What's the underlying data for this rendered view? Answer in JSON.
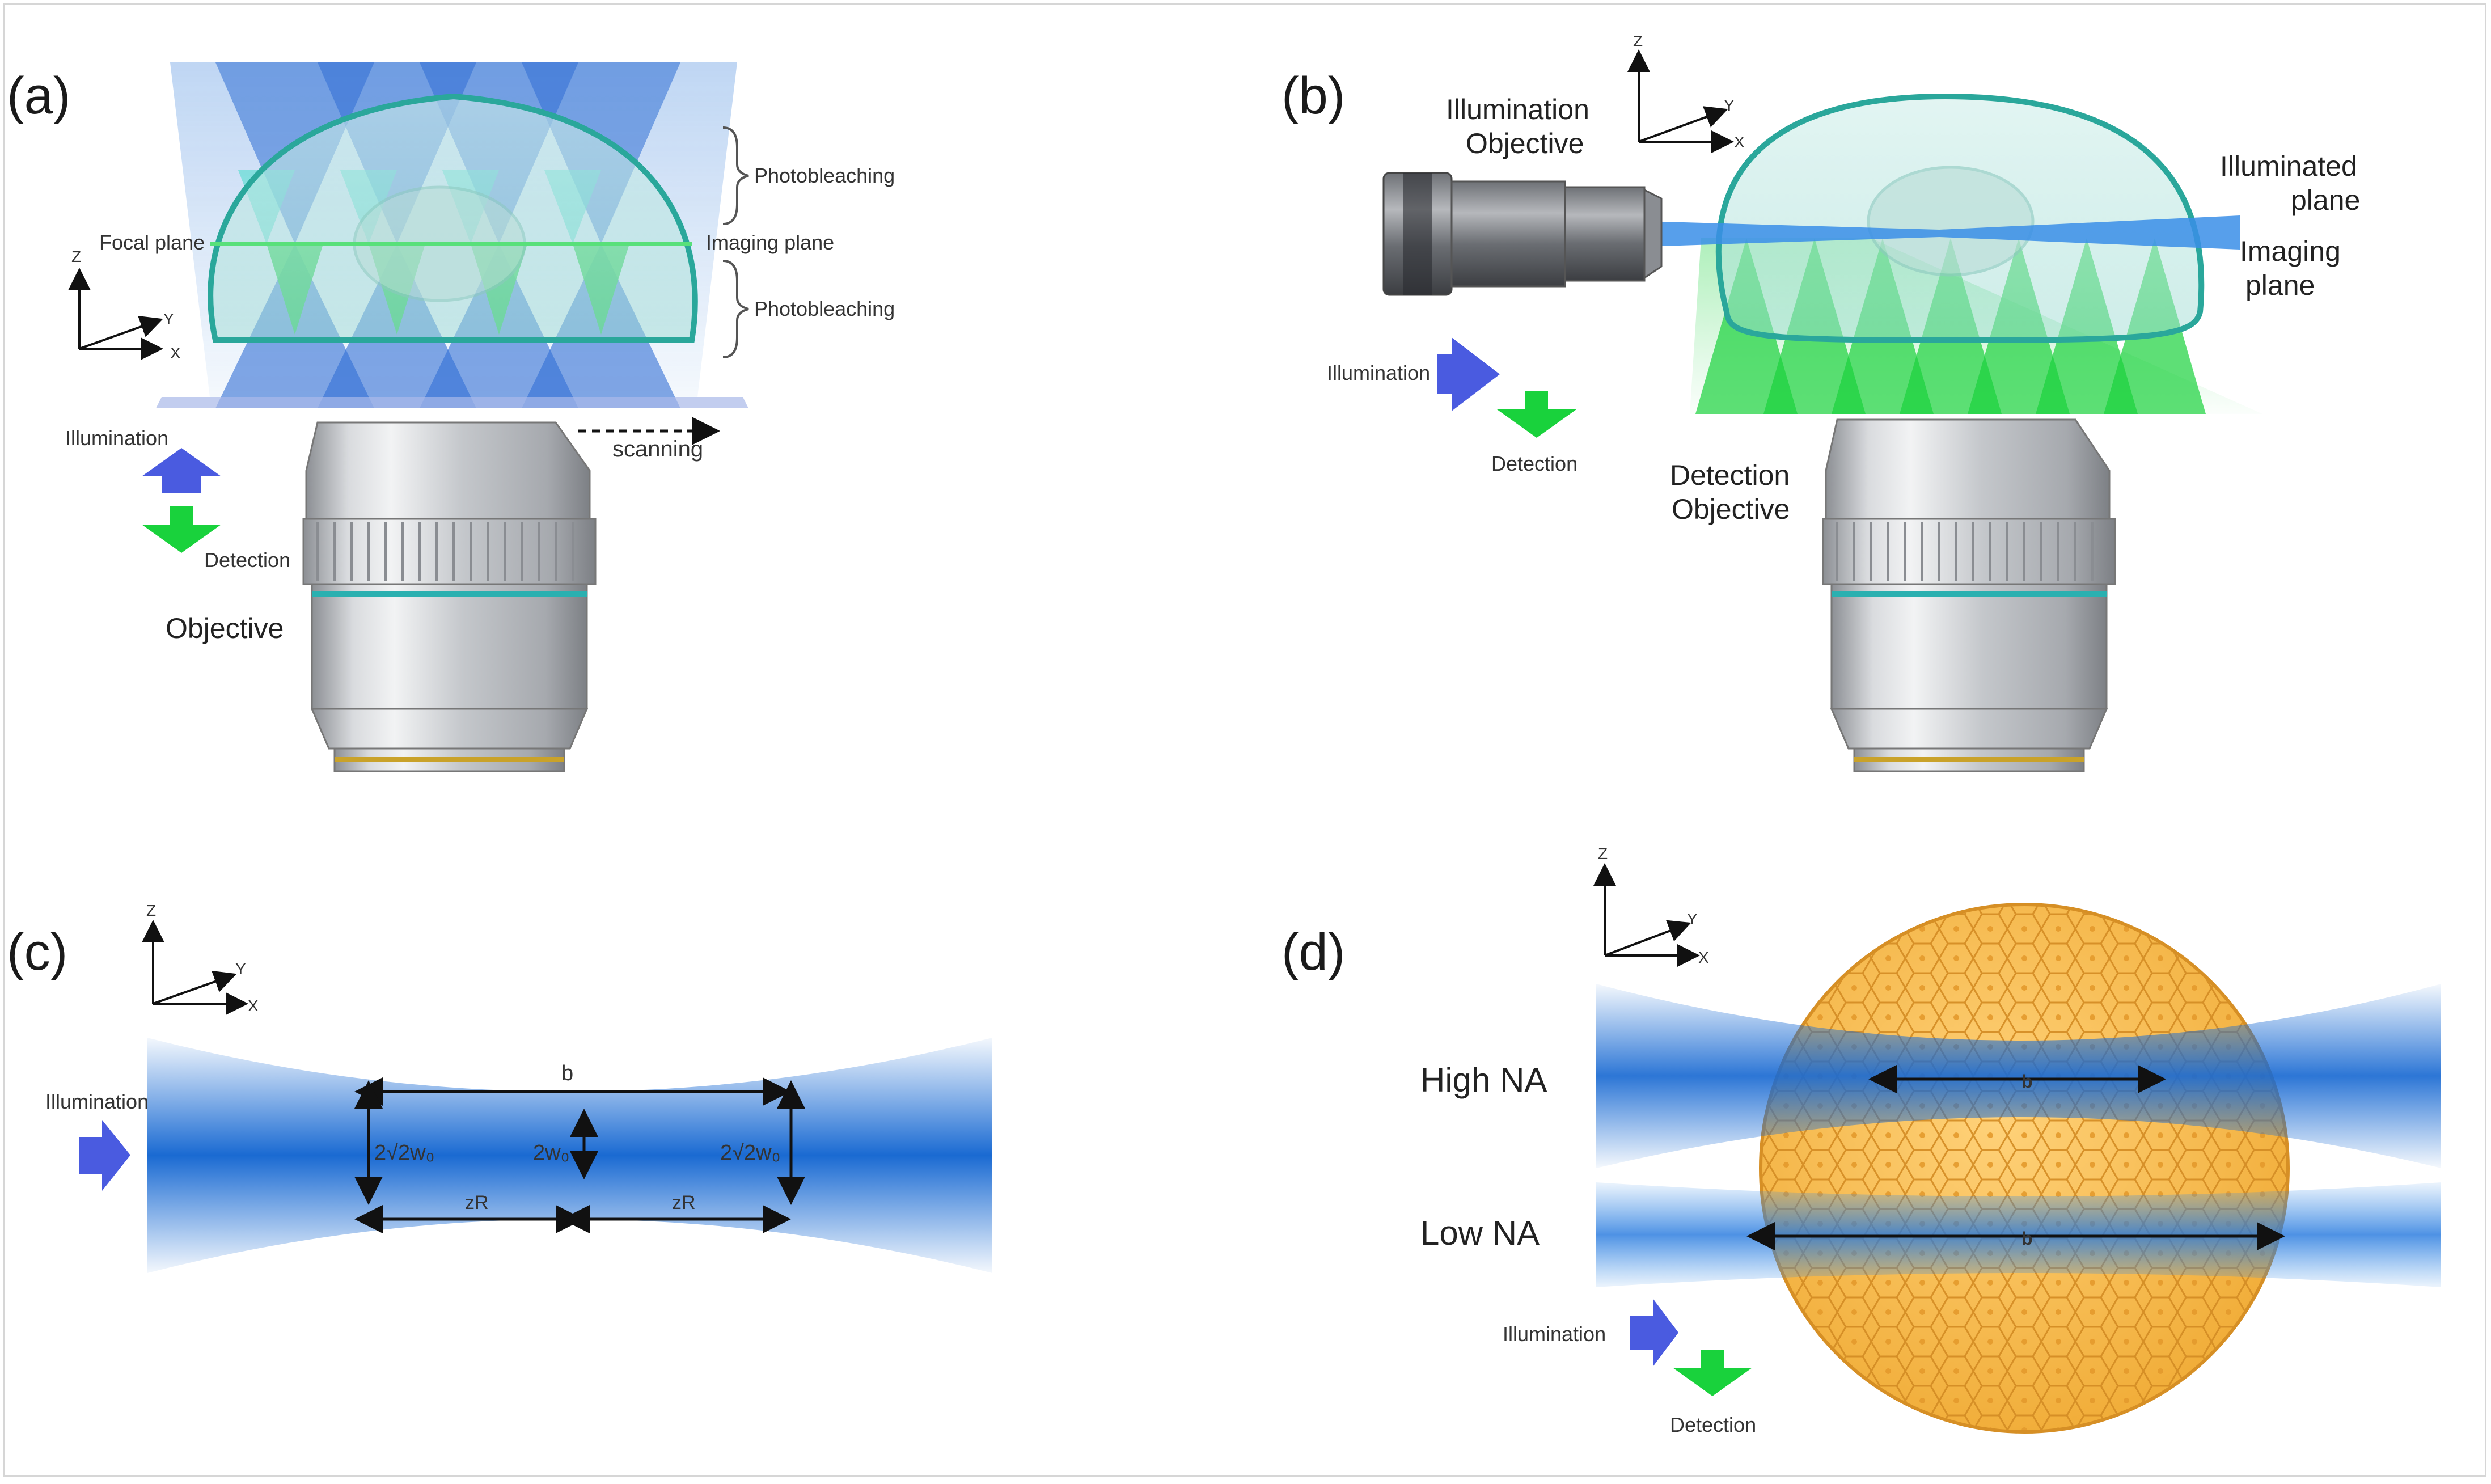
{
  "panels": {
    "a": {
      "label": "(a)",
      "photobleaching_top": "Photobleaching",
      "photobleaching_bottom": "Photobleaching",
      "focal_plane": "Focal plane",
      "imaging_plane": "Imaging plane",
      "scanning": "scanning",
      "illumination": "Illumination",
      "detection": "Detection",
      "objective": "Objective",
      "axes": {
        "z": "Z",
        "y": "Y",
        "x": "X"
      }
    },
    "b": {
      "label": "(b)",
      "illumination_objective_1": "Illumination",
      "illumination_objective_2": "Objective",
      "illuminated_plane_1": "Illuminated",
      "illuminated_plane_2": "plane",
      "imaging_plane_1": "Imaging",
      "imaging_plane_2": "plane",
      "illumination": "Illumination",
      "detection": "Detection",
      "detection_objective_1": "Detection",
      "detection_objective_2": "Objective",
      "axes": {
        "z": "Z",
        "y": "Y",
        "x": "X"
      }
    },
    "c": {
      "label": "(c)",
      "illumination": "Illumination",
      "b": "b",
      "left_width": "2√2w₀",
      "waist": "2w₀",
      "right_width": "2√2w₀",
      "zr_left": "zR",
      "zr_right": "zR",
      "axes": {
        "z": "Z",
        "y": "Y",
        "x": "X"
      }
    },
    "d": {
      "label": "(d)",
      "high_na": "High NA",
      "low_na": "Low NA",
      "b_high": "b",
      "b_low": "b",
      "illumination": "Illumination",
      "detection": "Detection",
      "axes": {
        "z": "Z",
        "y": "Y",
        "x": "X"
      }
    }
  },
  "colors": {
    "beam_blue": "#1e6fd6",
    "fluor_green": "#19d23c",
    "illum_arrow": "#4a5be0",
    "embryo": "#f5bb48",
    "cell_line": "#d38b23",
    "dish": "#2aa79b"
  }
}
